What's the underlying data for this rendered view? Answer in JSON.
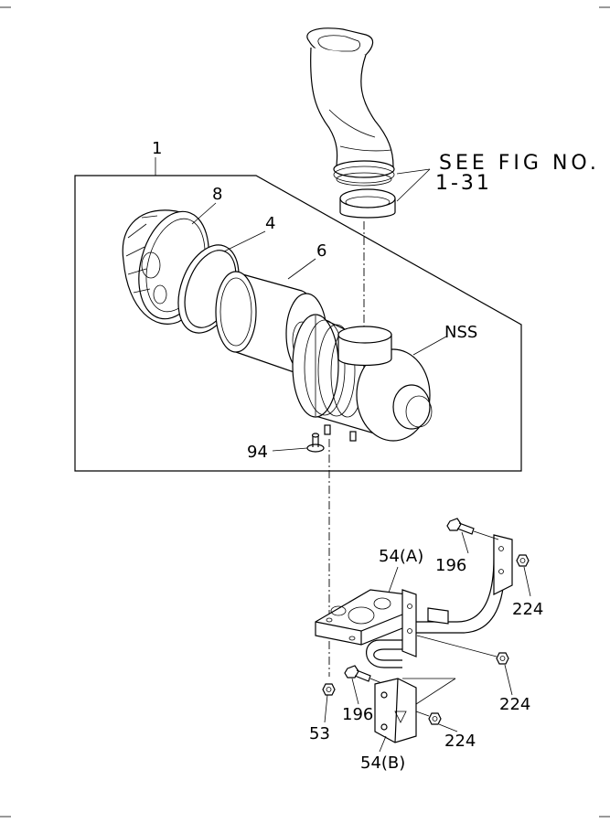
{
  "diagram": {
    "labels": {
      "assembly": "1",
      "see_fig_line1": "SEE FIG NO.",
      "see_fig_line2": "1-31",
      "cap": "8",
      "seal_ring": "4",
      "element": "6",
      "nss": "NSS",
      "drain_valve": "94",
      "bracket_a": "54(A)",
      "bolt_upper": "196",
      "nut_upper": "224",
      "nut_middle": "224",
      "bolt_lower": "196",
      "nut_small": "53",
      "nut_lower": "224",
      "bracket_b": "54(B)"
    }
  }
}
